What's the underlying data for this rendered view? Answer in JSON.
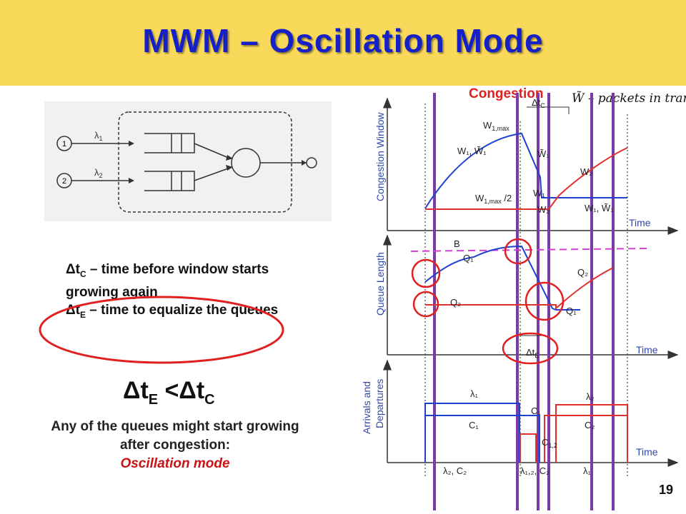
{
  "slide": {
    "title": "MWM – Oscillation Mode",
    "page_number": "19"
  },
  "definitions": {
    "dtc_symbol": "Δt",
    "dtc_sub": "C",
    "dtc_text": " – time before window starts growing again",
    "dte_symbol": "Δt",
    "dte_sub": "E",
    "dte_text": " – time to equalize  the queues"
  },
  "inequality": {
    "lhs": "Δt",
    "lhs_sub": "E",
    "op": " <Δt",
    "rhs_sub": "C"
  },
  "statement": "Any of the queues might start growing after congestion:",
  "mode": "Oscillation mode",
  "queue_diagram": {
    "input1": "1",
    "input2": "2",
    "lambda1": "λ",
    "lambda1_sub": "1",
    "lambda2": "λ",
    "lambda2_sub": "2"
  },
  "timing": {
    "congestion": "Congestion",
    "w_tilde_legend": "W̃ – packets in transit",
    "axes": {
      "window": "Congestion Window",
      "queue": "Queue Length",
      "arrivals_line1": "Arrivals and",
      "arrivals_line2": "Departures",
      "time": "Time"
    },
    "labels": {
      "dtc": "Δt",
      "dtc_sub": "C",
      "dte": "Δt",
      "dte_sub": "E",
      "w1max": "W",
      "w1max_sub": "1,max",
      "w1_pair": "W₁, W̃₁",
      "w1_tilde": "W̃₁",
      "w2_top": "W₂",
      "w1max_half": "W",
      "w1max_half_sub": "1,max",
      "w1max_half_suffix": " /2",
      "w1_low": "W₁",
      "w2_low": "W₂",
      "w1_pair_end": "W₁, W̃₁",
      "b": "B",
      "q1_rise": "Q₁",
      "q2_rise": "Q₂",
      "q2_late": "Q₂",
      "q1_late": "Q₁",
      "lambda1": "λ₁",
      "lambda2": "λ₂",
      "c1_top": "C₁",
      "c1_left": "C₁",
      "c2": "C₂",
      "c12": "C",
      "c12_sub": "1,2",
      "bottom_l2c2": "λ₂, C₂",
      "bottom_l12c2": "λ₁,₂, C₂",
      "bottom_l1": "λ₁"
    },
    "colors": {
      "window": "#2040d0",
      "queue2": "#e03030",
      "marker": "#7a3aa8",
      "highlight": "#e02020",
      "buffer": "#d040d0"
    }
  }
}
